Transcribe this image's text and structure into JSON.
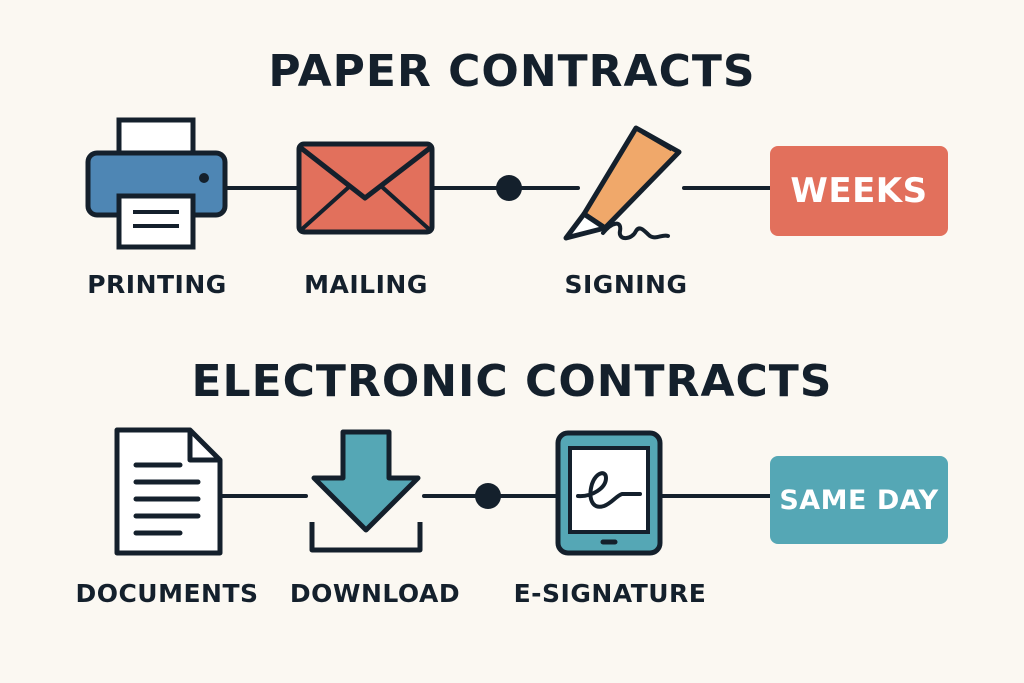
{
  "colors": {
    "dark": "#14202c",
    "printer_blue": "#4e86b4",
    "envelope_red": "#e2705c",
    "pencil_orange": "#f0a86a",
    "teal": "#55a7b5",
    "background": "#fbf8f2"
  },
  "paper": {
    "title": "PAPER CONTRACTS",
    "steps": [
      {
        "label": "PRINTING",
        "icon": "printer-icon"
      },
      {
        "label": "MAILING",
        "icon": "envelope-icon"
      },
      {
        "label": "SIGNING",
        "icon": "pencil-signature-icon"
      }
    ],
    "result": "WEEKS"
  },
  "electronic": {
    "title": "ELECTRONIC CONTRACTS",
    "steps": [
      {
        "label": "DOCUMENTS",
        "icon": "document-icon"
      },
      {
        "label": "DOWNLOAD",
        "icon": "download-icon"
      },
      {
        "label": "E-SIGNATURE",
        "icon": "tablet-esignature-icon"
      }
    ],
    "result": "SAME DAY"
  }
}
